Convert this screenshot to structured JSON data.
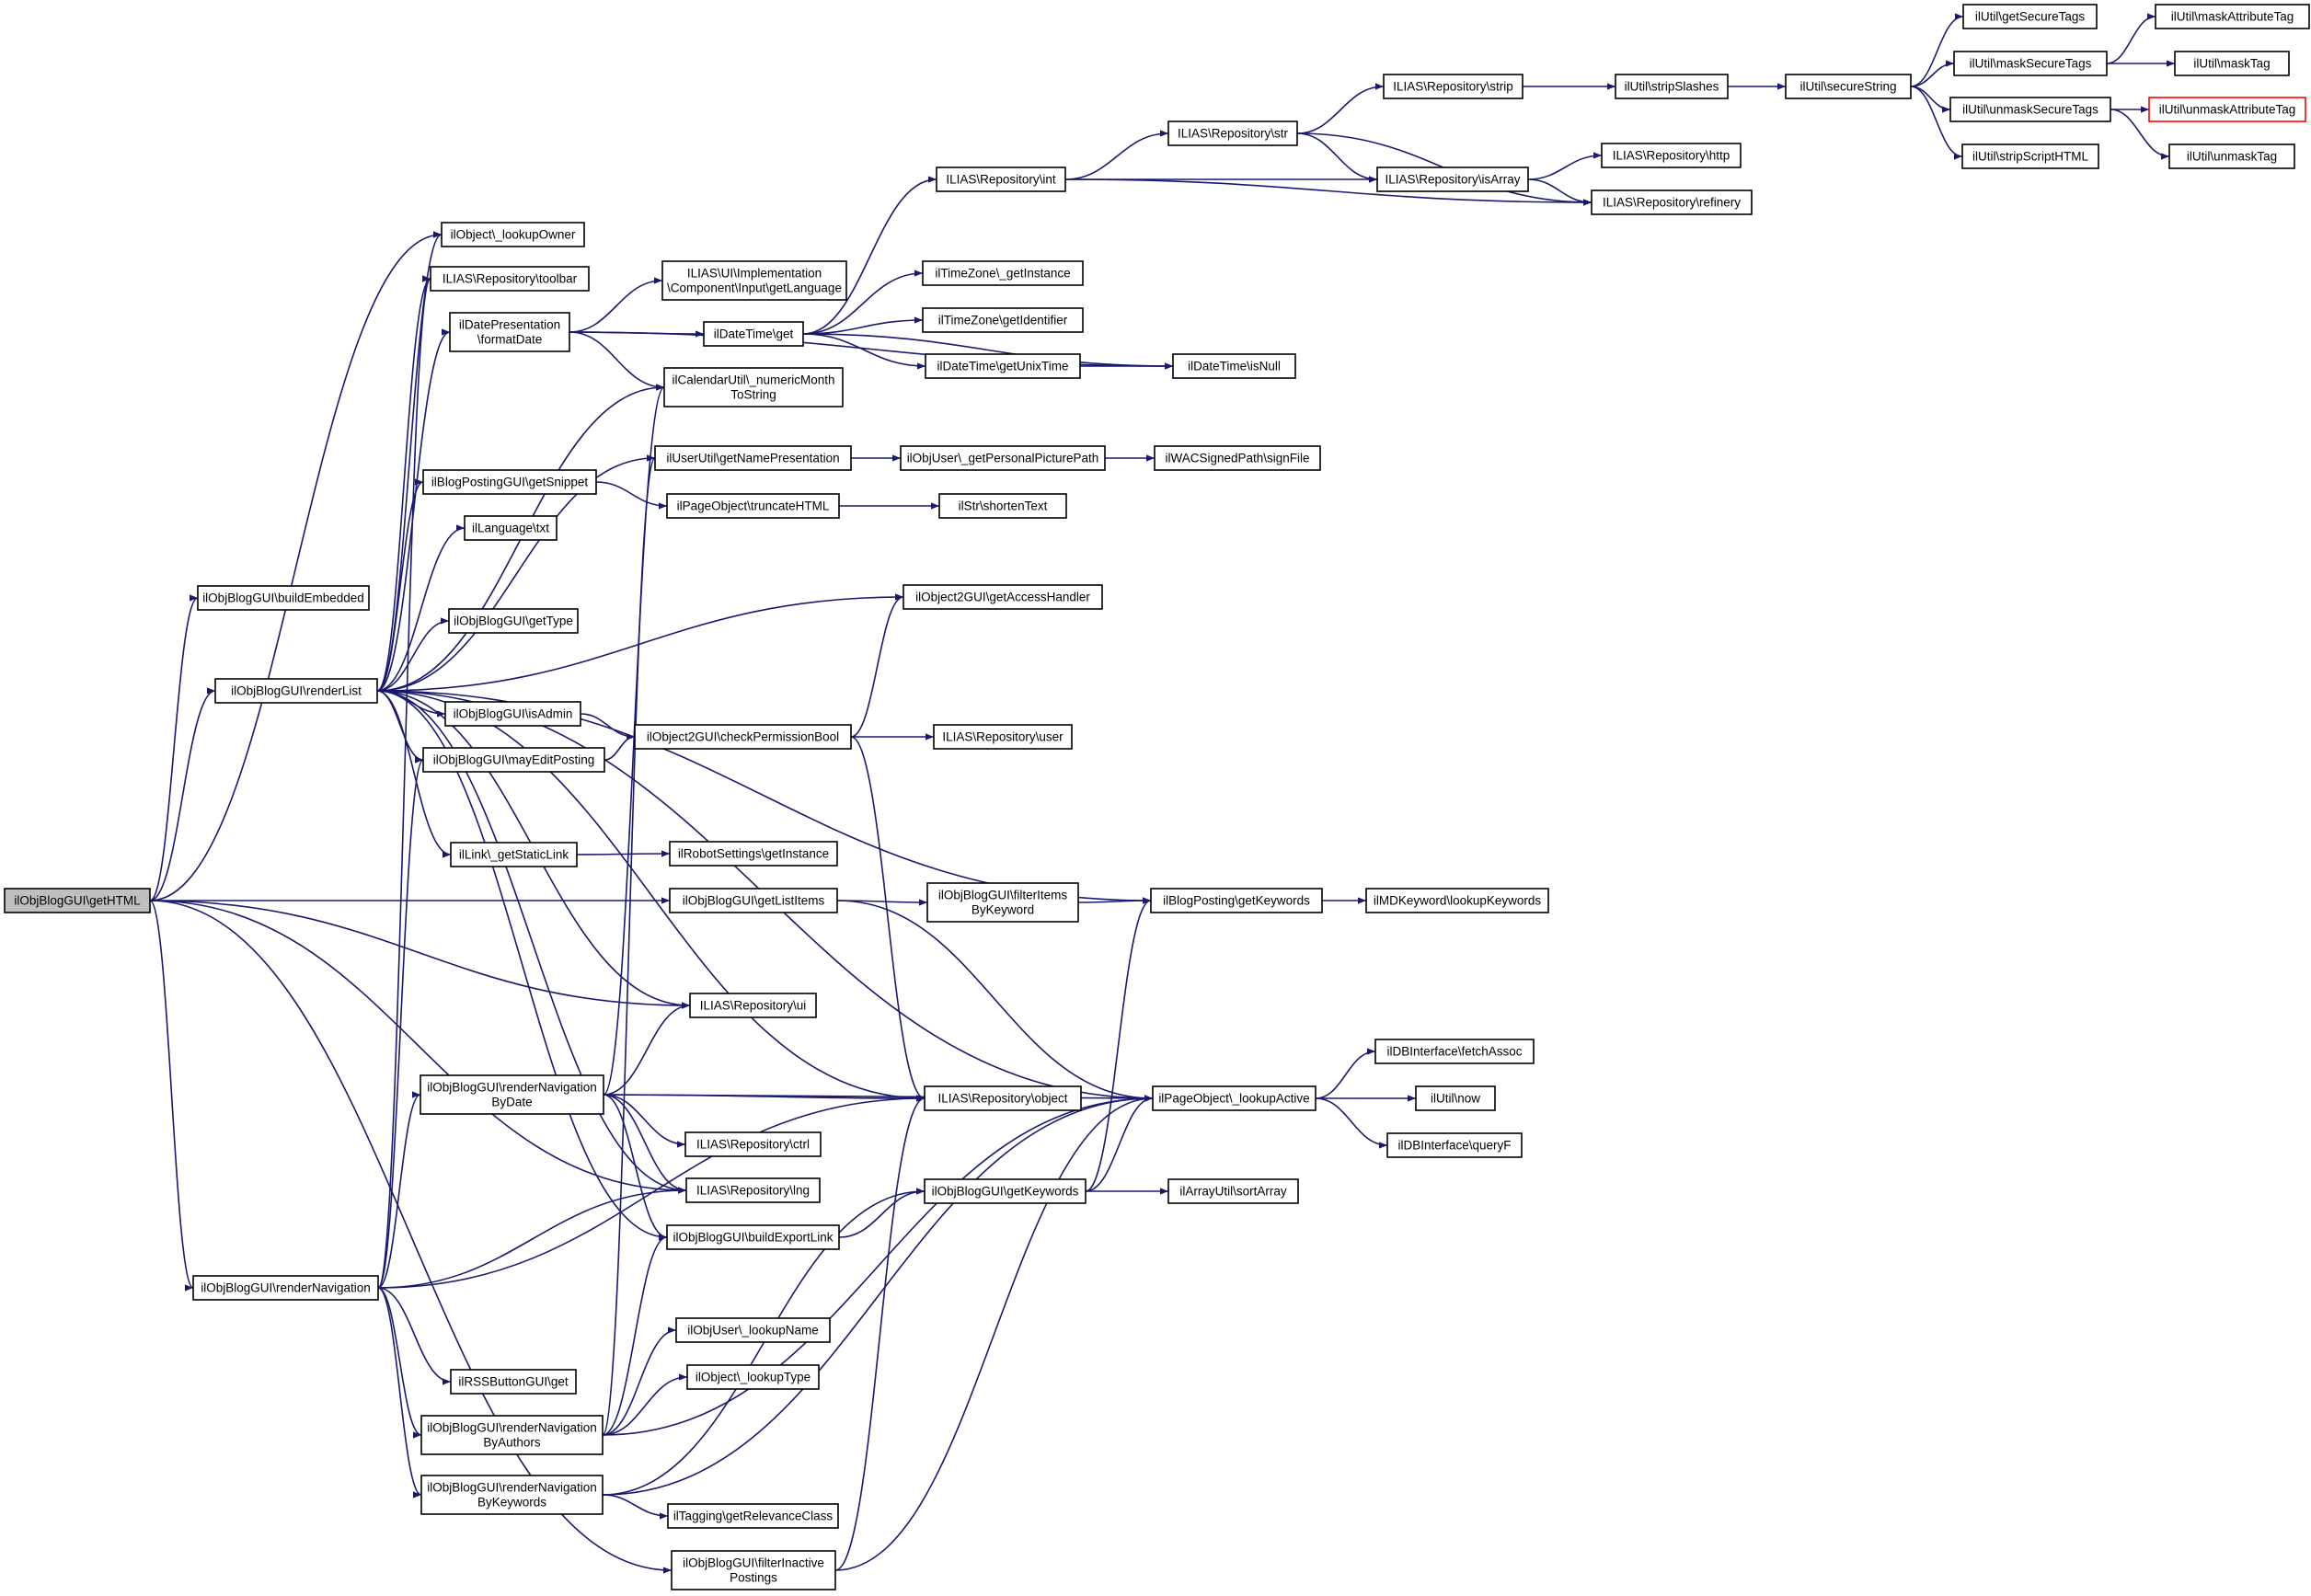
{
  "nodes": [
    {
      "id": "getHTML",
      "lines": [
        "ilObjBlogGUI\\getHTML"
      ],
      "root": true
    },
    {
      "id": "buildEmbedded",
      "lines": [
        "ilObjBlogGUI\\buildEmbedded"
      ]
    },
    {
      "id": "renderList",
      "lines": [
        "ilObjBlogGUI\\renderList"
      ]
    },
    {
      "id": "renderNavigation",
      "lines": [
        "ilObjBlogGUI\\renderNavigation"
      ]
    },
    {
      "id": "lookupOwner",
      "lines": [
        "ilObject\\_lookupOwner"
      ]
    },
    {
      "id": "toolbar",
      "lines": [
        "ILIAS\\Repository\\toolbar"
      ]
    },
    {
      "id": "formatDate",
      "lines": [
        "ilDatePresentation",
        "\\formatDate"
      ]
    },
    {
      "id": "getSnippet",
      "lines": [
        "ilBlogPostingGUI\\getSnippet"
      ]
    },
    {
      "id": "langTxt",
      "lines": [
        "ilLanguage\\txt"
      ]
    },
    {
      "id": "getType",
      "lines": [
        "ilObjBlogGUI\\getType"
      ]
    },
    {
      "id": "isAdmin",
      "lines": [
        "ilObjBlogGUI\\isAdmin"
      ]
    },
    {
      "id": "mayEditPosting",
      "lines": [
        "ilObjBlogGUI\\mayEditPosting"
      ]
    },
    {
      "id": "getStaticLink",
      "lines": [
        "ilLink\\_getStaticLink"
      ]
    },
    {
      "id": "renderNavByDate",
      "lines": [
        "ilObjBlogGUI\\renderNavigation",
        "ByDate"
      ]
    },
    {
      "id": "rssGet",
      "lines": [
        "ilRSSButtonGUI\\get"
      ]
    },
    {
      "id": "renderNavByAuthors",
      "lines": [
        "ilObjBlogGUI\\renderNavigation",
        "ByAuthors"
      ]
    },
    {
      "id": "renderNavByKeywords",
      "lines": [
        "ilObjBlogGUI\\renderNavigation",
        "ByKeywords"
      ]
    },
    {
      "id": "uiGetLanguage",
      "lines": [
        "ILIAS\\UI\\Implementation",
        "\\Component\\Input\\getLanguage"
      ]
    },
    {
      "id": "dateTimeGet",
      "lines": [
        "ilDateTime\\get"
      ]
    },
    {
      "id": "numericMonth",
      "lines": [
        "ilCalendarUtil\\_numericMonth",
        "ToString"
      ]
    },
    {
      "id": "getNamePresentation",
      "lines": [
        "ilUserUtil\\getNamePresentation"
      ]
    },
    {
      "id": "truncateHTML",
      "lines": [
        "ilPageObject\\truncateHTML"
      ]
    },
    {
      "id": "getListItems",
      "lines": [
        "ilObjBlogGUI\\getListItems"
      ]
    },
    {
      "id": "repoUi",
      "lines": [
        "ILIAS\\Repository\\ui"
      ]
    },
    {
      "id": "repoCtrl",
      "lines": [
        "ILIAS\\Repository\\ctrl"
      ]
    },
    {
      "id": "repoLng",
      "lines": [
        "ILIAS\\Repository\\lng"
      ]
    },
    {
      "id": "buildExportLink",
      "lines": [
        "ilObjBlogGUI\\buildExportLink"
      ]
    },
    {
      "id": "lookupName",
      "lines": [
        "ilObjUser\\_lookupName"
      ]
    },
    {
      "id": "lookupType",
      "lines": [
        "ilObject\\_lookupType"
      ]
    },
    {
      "id": "getRelevanceClass",
      "lines": [
        "ilTagging\\getRelevanceClass"
      ]
    },
    {
      "id": "filterInactive",
      "lines": [
        "ilObjBlogGUI\\filterInactive",
        "Postings"
      ]
    },
    {
      "id": "robotGetInstance",
      "lines": [
        "ilRobotSettings\\getInstance"
      ]
    },
    {
      "id": "repoInt",
      "lines": [
        "ILIAS\\Repository\\int"
      ]
    },
    {
      "id": "tzGetInstance",
      "lines": [
        "ilTimeZone\\_getInstance"
      ]
    },
    {
      "id": "tzGetIdentifier",
      "lines": [
        "ilTimeZone\\getIdentifier"
      ]
    },
    {
      "id": "getUnixTime",
      "lines": [
        "ilDateTime\\getUnixTime"
      ]
    },
    {
      "id": "getPersonalPicturePath",
      "lines": [
        "ilObjUser\\_getPersonalPicturePath"
      ]
    },
    {
      "id": "shortenText",
      "lines": [
        "ilStr\\shortenText"
      ]
    },
    {
      "id": "getAccessHandler",
      "lines": [
        "ilObject2GUI\\getAccessHandler"
      ]
    },
    {
      "id": "checkPermissionBool",
      "lines": [
        "ilObject2GUI\\checkPermissionBool"
      ]
    },
    {
      "id": "filterItemsByKeyword",
      "lines": [
        "ilObjBlogGUI\\filterItems",
        "ByKeyword"
      ]
    },
    {
      "id": "repoObject",
      "lines": [
        "ILIAS\\Repository\\object"
      ]
    },
    {
      "id": "getKeywords",
      "lines": [
        "ilObjBlogGUI\\getKeywords"
      ]
    },
    {
      "id": "repoStr",
      "lines": [
        "ILIAS\\Repository\\str"
      ]
    },
    {
      "id": "repoUser",
      "lines": [
        "ILIAS\\Repository\\user"
      ]
    },
    {
      "id": "repoStrip",
      "lines": [
        "ILIAS\\Repository\\strip"
      ]
    },
    {
      "id": "repoIsArray",
      "lines": [
        "ILIAS\\Repository\\isArray"
      ]
    },
    {
      "id": "isNull",
      "lines": [
        "ilDateTime\\isNull"
      ]
    },
    {
      "id": "signFile",
      "lines": [
        "ilWACSignedPath\\signFile"
      ]
    },
    {
      "id": "postingGetKeywords",
      "lines": [
        "ilBlogPosting\\getKeywords"
      ]
    },
    {
      "id": "lookupActive",
      "lines": [
        "ilPageObject\\_lookupActive"
      ]
    },
    {
      "id": "sortArray",
      "lines": [
        "ilArrayUtil\\sortArray"
      ]
    },
    {
      "id": "stripSlashes",
      "lines": [
        "ilUtil\\stripSlashes"
      ]
    },
    {
      "id": "repoHttp",
      "lines": [
        "ILIAS\\Repository\\http"
      ]
    },
    {
      "id": "repoRefinery",
      "lines": [
        "ILIAS\\Repository\\refinery"
      ]
    },
    {
      "id": "lookupKeywords",
      "lines": [
        "ilMDKeyword\\lookupKeywords"
      ]
    },
    {
      "id": "fetchAssoc",
      "lines": [
        "ilDBInterface\\fetchAssoc"
      ]
    },
    {
      "id": "utilNow",
      "lines": [
        "ilUtil\\now"
      ]
    },
    {
      "id": "queryF",
      "lines": [
        "ilDBInterface\\queryF"
      ]
    },
    {
      "id": "secureString",
      "lines": [
        "ilUtil\\secureString"
      ]
    },
    {
      "id": "getSecureTags",
      "lines": [
        "ilUtil\\getSecureTags"
      ]
    },
    {
      "id": "maskSecureTags",
      "lines": [
        "ilUtil\\maskSecureTags"
      ]
    },
    {
      "id": "unmaskSecureTags",
      "lines": [
        "ilUtil\\unmaskSecureTags"
      ]
    },
    {
      "id": "stripScriptHTML",
      "lines": [
        "ilUtil\\stripScriptHTML"
      ]
    },
    {
      "id": "maskAttributeTag",
      "lines": [
        "ilUtil\\maskAttributeTag"
      ]
    },
    {
      "id": "maskTag",
      "lines": [
        "ilUtil\\maskTag"
      ]
    },
    {
      "id": "unmaskAttributeTag",
      "lines": [
        "ilUtil\\unmaskAttributeTag"
      ],
      "red": true
    },
    {
      "id": "unmaskTag",
      "lines": [
        "ilUtil\\unmaskTag"
      ]
    }
  ],
  "edges": [
    [
      "getHTML",
      "buildEmbedded"
    ],
    [
      "getHTML",
      "renderList"
    ],
    [
      "getHTML",
      "renderNavigation"
    ],
    [
      "getHTML",
      "lookupOwner"
    ],
    [
      "getHTML",
      "getListItems"
    ],
    [
      "getHTML",
      "repoUi"
    ],
    [
      "getHTML",
      "repoLng"
    ],
    [
      "getHTML",
      "filterInactive"
    ],
    [
      "renderList",
      "lookupOwner"
    ],
    [
      "renderList",
      "toolbar"
    ],
    [
      "renderList",
      "formatDate"
    ],
    [
      "renderList",
      "getSnippet"
    ],
    [
      "renderList",
      "langTxt"
    ],
    [
      "renderList",
      "getType"
    ],
    [
      "renderList",
      "isAdmin"
    ],
    [
      "renderList",
      "mayEditPosting"
    ],
    [
      "renderList",
      "getStaticLink"
    ],
    [
      "renderList",
      "numericMonth"
    ],
    [
      "renderList",
      "getNamePresentation"
    ],
    [
      "renderList",
      "getAccessHandler"
    ],
    [
      "renderList",
      "postingGetKeywords"
    ],
    [
      "renderList",
      "lookupActive"
    ],
    [
      "renderList",
      "repoObject"
    ],
    [
      "renderList",
      "repoUi"
    ],
    [
      "renderList",
      "repoLng"
    ],
    [
      "renderList",
      "buildExportLink"
    ],
    [
      "renderNavigation",
      "renderNavByDate"
    ],
    [
      "renderNavigation",
      "rssGet"
    ],
    [
      "renderNavigation",
      "renderNavByAuthors"
    ],
    [
      "renderNavigation",
      "renderNavByKeywords"
    ],
    [
      "renderNavigation",
      "repoLng"
    ],
    [
      "renderNavigation",
      "repoObject"
    ],
    [
      "renderNavigation",
      "mayEditPosting"
    ],
    [
      "renderNavigation",
      "toolbar"
    ],
    [
      "formatDate",
      "uiGetLanguage"
    ],
    [
      "formatDate",
      "dateTimeGet"
    ],
    [
      "formatDate",
      "numericMonth"
    ],
    [
      "formatDate",
      "isNull"
    ],
    [
      "getSnippet",
      "truncateHTML"
    ],
    [
      "isAdmin",
      "checkPermissionBool"
    ],
    [
      "mayEditPosting",
      "checkPermissionBool"
    ],
    [
      "getStaticLink",
      "robotGetInstance"
    ],
    [
      "renderNavByDate",
      "numericMonth"
    ],
    [
      "renderNavByDate",
      "repoUi"
    ],
    [
      "renderNavByDate",
      "repoObject"
    ],
    [
      "renderNavByDate",
      "repoCtrl"
    ],
    [
      "renderNavByDate",
      "repoLng"
    ],
    [
      "renderNavByDate",
      "buildExportLink"
    ],
    [
      "renderNavByDate",
      "lookupActive"
    ],
    [
      "renderNavByAuthors",
      "getNamePresentation"
    ],
    [
      "renderNavByAuthors",
      "lookupName"
    ],
    [
      "renderNavByAuthors",
      "lookupType"
    ],
    [
      "renderNavByAuthors",
      "buildExportLink"
    ],
    [
      "renderNavByAuthors",
      "lookupActive"
    ],
    [
      "renderNavByKeywords",
      "getRelevanceClass"
    ],
    [
      "renderNavByKeywords",
      "getKeywords"
    ],
    [
      "renderNavByKeywords",
      "lookupActive"
    ],
    [
      "dateTimeGet",
      "repoInt"
    ],
    [
      "dateTimeGet",
      "tzGetInstance"
    ],
    [
      "dateTimeGet",
      "tzGetIdentifier"
    ],
    [
      "dateTimeGet",
      "getUnixTime"
    ],
    [
      "dateTimeGet",
      "isNull"
    ],
    [
      "getNamePresentation",
      "getPersonalPicturePath"
    ],
    [
      "truncateHTML",
      "shortenText"
    ],
    [
      "getListItems",
      "filterItemsByKeyword"
    ],
    [
      "getListItems",
      "lookupActive"
    ],
    [
      "buildExportLink",
      "getKeywords"
    ],
    [
      "filterInactive",
      "repoObject"
    ],
    [
      "filterInactive",
      "lookupActive"
    ],
    [
      "repoInt",
      "repoStr"
    ],
    [
      "repoInt",
      "repoIsArray"
    ],
    [
      "repoInt",
      "repoRefinery"
    ],
    [
      "getUnixTime",
      "isNull"
    ],
    [
      "getPersonalPicturePath",
      "signFile"
    ],
    [
      "checkPermissionBool",
      "getAccessHandler"
    ],
    [
      "checkPermissionBool",
      "repoUser"
    ],
    [
      "checkPermissionBool",
      "repoObject"
    ],
    [
      "filterItemsByKeyword",
      "postingGetKeywords"
    ],
    [
      "getKeywords",
      "postingGetKeywords"
    ],
    [
      "getKeywords",
      "sortArray"
    ],
    [
      "getKeywords",
      "lookupActive"
    ],
    [
      "repoStr",
      "repoStrip"
    ],
    [
      "repoStr",
      "repoIsArray"
    ],
    [
      "repoStr",
      "repoRefinery"
    ],
    [
      "repoStrip",
      "stripSlashes"
    ],
    [
      "repoIsArray",
      "repoHttp"
    ],
    [
      "repoIsArray",
      "repoRefinery"
    ],
    [
      "postingGetKeywords",
      "lookupKeywords"
    ],
    [
      "lookupActive",
      "fetchAssoc"
    ],
    [
      "lookupActive",
      "utilNow"
    ],
    [
      "lookupActive",
      "queryF"
    ],
    [
      "stripSlashes",
      "secureString"
    ],
    [
      "secureString",
      "getSecureTags"
    ],
    [
      "secureString",
      "maskSecureTags"
    ],
    [
      "secureString",
      "unmaskSecureTags"
    ],
    [
      "secureString",
      "stripScriptHTML"
    ],
    [
      "maskSecureTags",
      "maskAttributeTag"
    ],
    [
      "maskSecureTags",
      "maskTag"
    ],
    [
      "unmaskSecureTags",
      "unmaskAttributeTag"
    ],
    [
      "unmaskSecureTags",
      "unmaskTag"
    ]
  ]
}
